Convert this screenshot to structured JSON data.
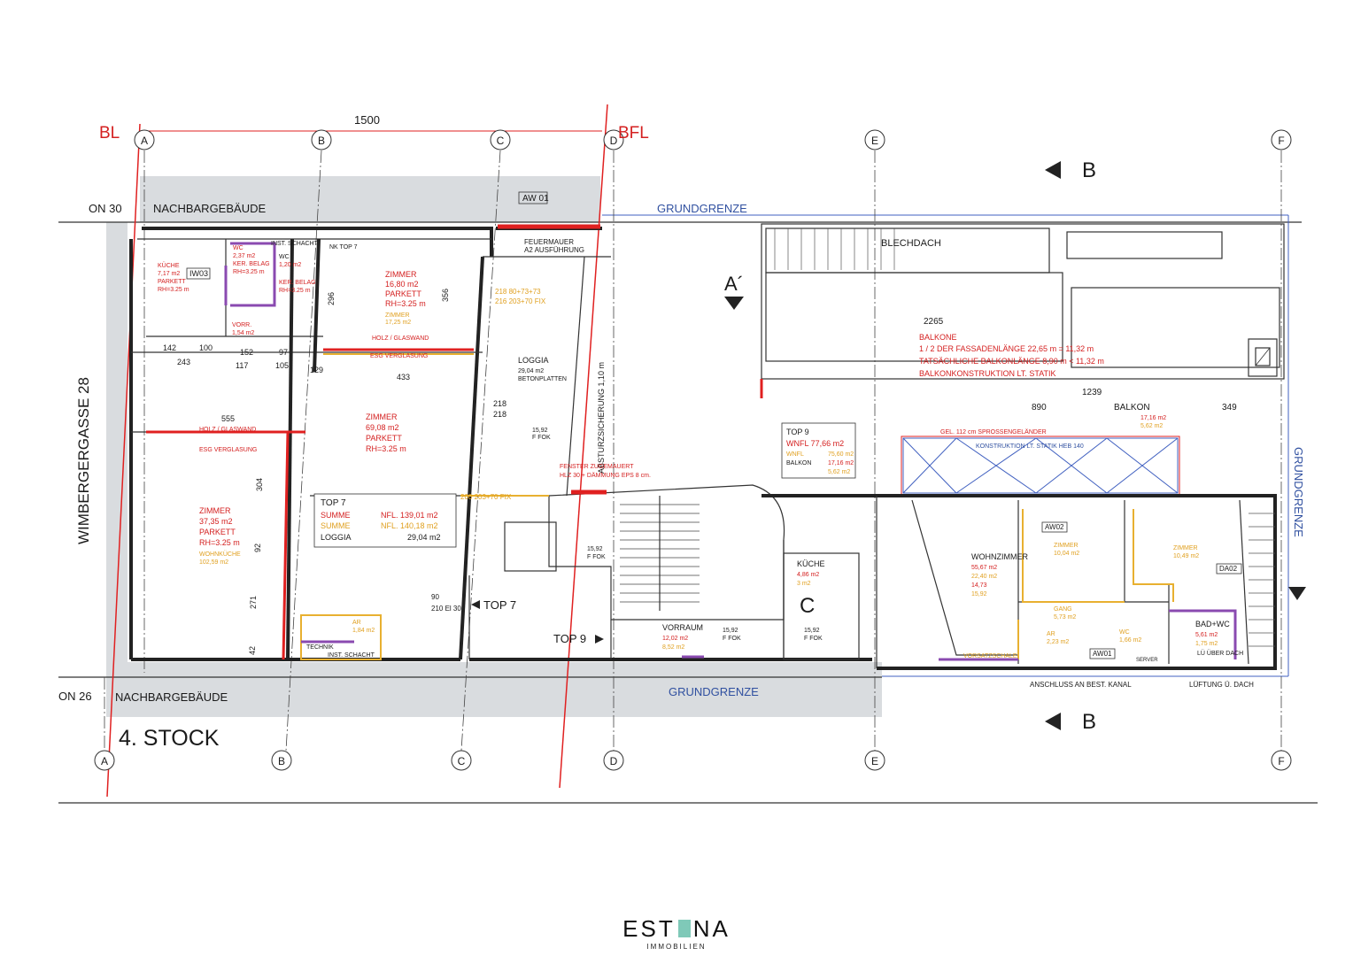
{
  "floor_label": "4. STOCK",
  "street_label": "WIMBERGERGASSE 28",
  "markers": {
    "bl": "BL",
    "bfl": "BFL"
  },
  "axes": [
    "A",
    "B",
    "C",
    "D",
    "E",
    "F"
  ],
  "dims": {
    "total": "1500",
    "d2265": "2265",
    "d1239": "1239",
    "d890": "890",
    "d349": "349",
    "d555": "555",
    "d433": "433",
    "d142": "142",
    "d100": "100",
    "d152": "152",
    "d97": "97",
    "d243": "243",
    "d117": "117",
    "d105": "105",
    "d129": "129",
    "d218a": "218",
    "d218b": "218",
    "d304": "304",
    "d92": "92",
    "d271": "271",
    "d42": "42",
    "d356": "356",
    "d296": "296"
  },
  "labels": {
    "on30": "ON 30",
    "on26": "ON 26",
    "nachbar_top": "NACHBARGEBÄUDE",
    "nachbar_bottom": "NACHBARGEBÄUDE",
    "grundgrenze_top": "GRUNDGRENZE",
    "grundgrenze_bottom": "GRUNDGRENZE",
    "grundgrenze_right": "GRUNDGRENZE",
    "aw01": "AW 01",
    "aw01b": "AW01",
    "aw02": "AW02",
    "da02": "DA02",
    "feuermauer": "FEUERMAUER",
    "a2": "A2 AUSFÜHRUNG",
    "blechdach": "BLECHDACH",
    "a_prime": "A´",
    "b_top": "B",
    "b_bottom": "B",
    "c_label": "C",
    "loggia": "LOGGIA",
    "loggia_area": "29,04 m2",
    "betonplatten": "BETONPLATTEN",
    "absturz": "ABSTURZSICHERUNG 1,10 m",
    "inst_schacht": "INST. SCHACHT",
    "nk_top7": "NK TOP 7",
    "iw03": "IW03",
    "holz_glas1": "HOLZ / GLASWAND",
    "esg1": "ESG VERGLASUNG",
    "holz_glas2": "HOLZ / GLASWAND",
    "esg2": "ESG VERGLASUNG",
    "fenster": "FENSTER ZUGEMAUERT",
    "hlz": "HLZ 30 + DÄMMUNG  EPS 8 cm.",
    "top7_marker": "TOP 7",
    "top9_marker": "TOP 9",
    "technik": "TECHNIK",
    "inst_schacht2": "INST. SCHACHT",
    "anschluss": "ANSCHLUSS AN BEST. KANAL",
    "lueftung": "LÜFTUNG Ü. DACH",
    "gel112": "GEL. 112 cm SPROSSENGELÄNDER",
    "konstruktion": "KONSTRUKTION LT. STATIK  HEB 140",
    "server": "SERVER",
    "vorsatzschale": "VORSATZSCHALE",
    "ueber_dach": "LÜ ÜBER DACH",
    "fok": "F FOK",
    "level": "15,92"
  },
  "balkone_note": [
    "BALKONE",
    "1 / 2  DER FASSADENLÄNGE 22,65 m = 11,32 m",
    "TATSÄCHLICHE BALKONLÄNGE 8,90 m < 11,32 m",
    "BALKONKONSTRUKTION LT. STATIK"
  ],
  "rooms": {
    "zimmer1": {
      "name": "ZIMMER",
      "area": "16,80 m2",
      "floor": "PARKETT",
      "rh": "RH=3.25 m",
      "old": "ZIMMER",
      "old_area": "17,25 m2"
    },
    "zimmer2": {
      "name": "ZIMMER",
      "area": "69,08 m2",
      "floor": "PARKETT",
      "rh": "RH=3.25 m"
    },
    "zimmer3": {
      "name": "ZIMMER",
      "area": "37,35 m2",
      "floor": "PARKETT",
      "rh": "RH=3.25 m",
      "old": "WOHNKÜCHE",
      "old_area": "102,59 m2"
    },
    "kueche": {
      "name": "KÜCHE",
      "area": "7,17 m2",
      "floor": "PARKETT",
      "rh": "RH=3.25 m"
    },
    "wc1": {
      "name": "WC",
      "area": "2,37 m2",
      "floor": "KER. BELAG",
      "rh": "RH=3.25 m"
    },
    "wc2": {
      "name": "WC",
      "area": "1,20 m2",
      "floor": "KER. BELAG",
      "rh": "RH=3.25 m"
    },
    "vorr": {
      "name": "VORR.",
      "area": "1,54 m2"
    },
    "vorraum": {
      "name": "VORRAUM",
      "area": "12,02 m2",
      "old_area": "8,52 m2"
    },
    "wohnzimmer": {
      "name": "WOHNZIMMER",
      "area": "55,67 m2",
      "a2": "22,40 m2",
      "a3": "14,73",
      "a4": "15,92"
    },
    "zimmer_e": {
      "name": "ZIMMER",
      "area": "10,04 m2"
    },
    "zimmer_f": {
      "name": "ZIMMER",
      "area": "10,49 m2"
    },
    "gang": {
      "name": "GANG",
      "area": "5,73 m2"
    },
    "bad": {
      "name": "BAD+WC",
      "area": "5,61 m2",
      "old_area": "1,75 m2"
    },
    "kueche9": {
      "name": "KÜCHE",
      "area": "4,86 m2",
      "old_area": "3 m2"
    },
    "ar1": {
      "name": "AR",
      "area": "1,84 m2"
    },
    "ar2": {
      "name": "AR",
      "area": "2,23 m2"
    },
    "wc9": {
      "name": "WC",
      "area": "1,66 m2"
    }
  },
  "top7_summary": {
    "title": "TOP 7",
    "rows": [
      {
        "label": "SUMME",
        "value": "NFL. 139,01 m2"
      },
      {
        "label": "SUMME",
        "value": "NFL. 140,18 m2"
      },
      {
        "label": "LOGGIA",
        "value": "29,04 m2"
      }
    ]
  },
  "top9_summary": {
    "title": "TOP 9",
    "wnfl": "WNFL  77,66 m2",
    "wnfl2": "WNFL",
    "wnfl2_val": "75,60 m2",
    "balkon": "BALKON",
    "balkon_val": "17,16 m2",
    "balkon_val2": "5,62 m2"
  },
  "balkon_label": "BALKON",
  "balkon_area": "17,16 m2",
  "balkon_area2": "5,62 m2",
  "openings": {
    "o1": "218 80+73+73",
    "o2": "216 203+70 FIX",
    "o3": "200 203+70 FIX",
    "o4": "90",
    "o5": "210 El 30"
  },
  "logo": {
    "brand_left": "EST",
    "brand_right": "NA",
    "sub": "IMMOBILIEN"
  }
}
